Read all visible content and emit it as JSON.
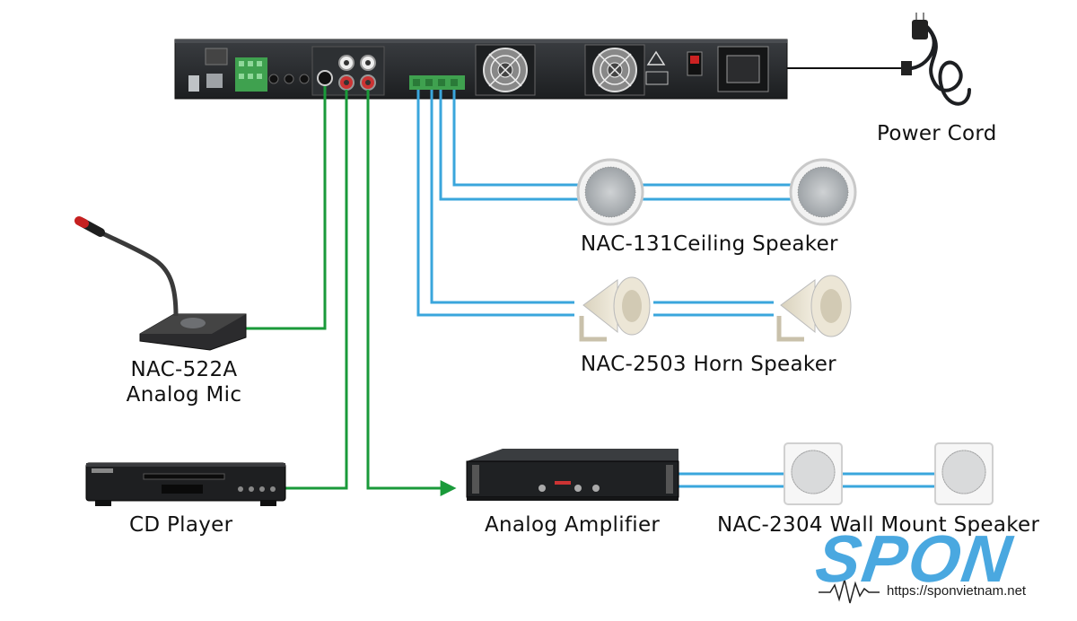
{
  "labels": {
    "power_cord": "Power Cord",
    "ceiling_speaker": "NAC-131Ceiling Speaker",
    "horn_speaker": "NAC-2503 Horn Speaker",
    "mic_model": "NAC-522A",
    "mic_type": "Analog Mic",
    "cd_player": "CD Player",
    "amplifier": "Analog Amplifier",
    "wall_speaker": "NAC-2304 Wall Mount Speaker"
  },
  "branding": {
    "logo": "SPON",
    "url": "https://sponvietnam.net"
  },
  "colors": {
    "audio_line": "#1a9a3a",
    "speaker_line": "#3aa6dc",
    "device_body": "#26292c",
    "logo": "#4aa8e0"
  }
}
